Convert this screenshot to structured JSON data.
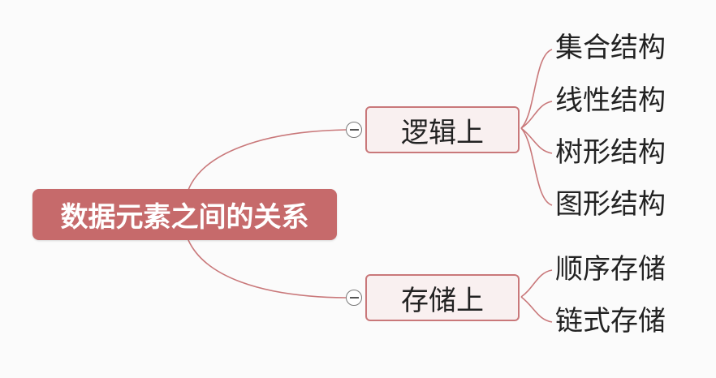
{
  "colors": {
    "accent": "#c66a6b",
    "connector": "#c9787a",
    "branch_bg": "#f9f0f0"
  },
  "root": {
    "label": "数据元素之间的关系"
  },
  "branches": [
    {
      "label": "逻辑上",
      "children": [
        "集合结构",
        "线性结构",
        "树形结构",
        "图形结构"
      ]
    },
    {
      "label": "存储上",
      "children": [
        "顺序存储",
        "链式存储"
      ]
    }
  ],
  "icons": {
    "collapse": "minus-circle-icon"
  }
}
